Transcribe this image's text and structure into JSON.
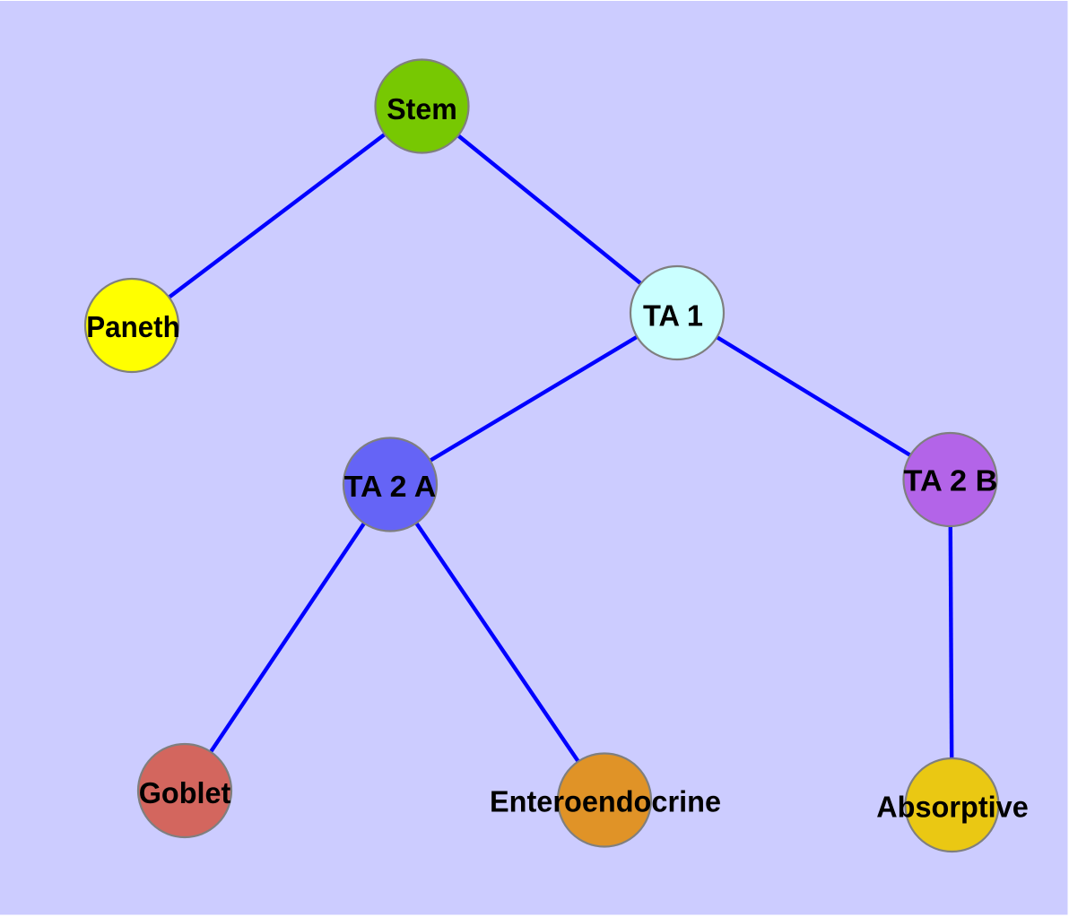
{
  "figure": {
    "type": "graph-diagram",
    "description": "Cell lineage tree diagram with colored circular nodes connected by blue edges on a lavender background",
    "background_color": "#ffffff",
    "plot_background_color": "#ccccff"
  },
  "style": {
    "edge_color": "#0000ff",
    "edge_width": "4.4",
    "node_border_color": "#7f7f7f",
    "node_border_width": "2.2",
    "label_color": "#000000"
  },
  "graph": {
    "nodes": [
      {
        "id": "stem",
        "label": "Stem",
        "color": "#77c802"
      },
      {
        "id": "paneth",
        "label": "Paneth",
        "color": "#ffff00"
      },
      {
        "id": "ta1",
        "label": "TA 1",
        "color": "#caffff"
      },
      {
        "id": "ta2a",
        "label": "TA 2 A",
        "color": "#6564f6"
      },
      {
        "id": "ta2b",
        "label": "TA 2 B",
        "color": "#b364e8"
      },
      {
        "id": "goblet",
        "label": "Goblet",
        "color": "#d3665e"
      },
      {
        "id": "enteroendocrine",
        "label": "Enteroendocrine",
        "color": "#e09327"
      },
      {
        "id": "absorptive",
        "label": "Absorptive",
        "color": "#eac813"
      }
    ],
    "edges": [
      {
        "from": "Stem",
        "to": "Paneth"
      },
      {
        "from": "Stem",
        "to": "TA 1"
      },
      {
        "from": "TA 1",
        "to": "TA 2 A"
      },
      {
        "from": "TA 1",
        "to": "TA 2 B"
      },
      {
        "from": "TA 2 A",
        "to": "Goblet"
      },
      {
        "from": "TA 2 A",
        "to": "Enteroendocrine"
      },
      {
        "from": "TA 2 B",
        "to": "Absorptive"
      }
    ]
  }
}
